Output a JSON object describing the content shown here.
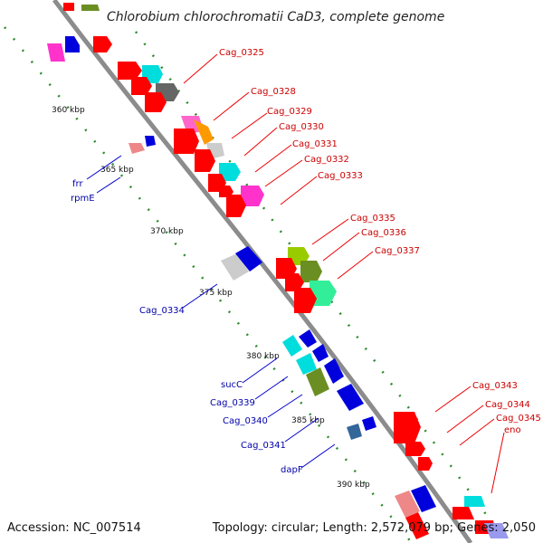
{
  "title": "Chlorobium chlorochromatii CaD3, complete genome",
  "footer": {
    "accession": "Accession: NC_007514",
    "summary": "Topology: circular; Length: 2,572,079 bp; Genes: 2,050"
  },
  "kbp_markers": [
    "360 kbp",
    "365 kbp",
    "370 kbp",
    "375 kbp",
    "380 kbp",
    "385 kbp",
    "390 kbp"
  ],
  "forward_labels": [
    "Cag_0325",
    "Cag_0328",
    "Cag_0329",
    "Cag_0330",
    "Cag_0331",
    "Cag_0332",
    "Cag_0333",
    "Cag_0335",
    "Cag_0336",
    "Cag_0337",
    "Cag_0343",
    "Cag_0344",
    "Cag_0345",
    "eno"
  ],
  "reverse_labels": [
    "frr",
    "rpmE",
    "Cag_0334",
    "sucC",
    "Cag_0339",
    "Cag_0340",
    "Cag_0341",
    "dapF"
  ],
  "colors": {
    "backbone": "#8c8c8c",
    "forward_label": "#cc0000",
    "reverse_label": "#0000aa",
    "dotted_ring": "#2e8b2e"
  }
}
